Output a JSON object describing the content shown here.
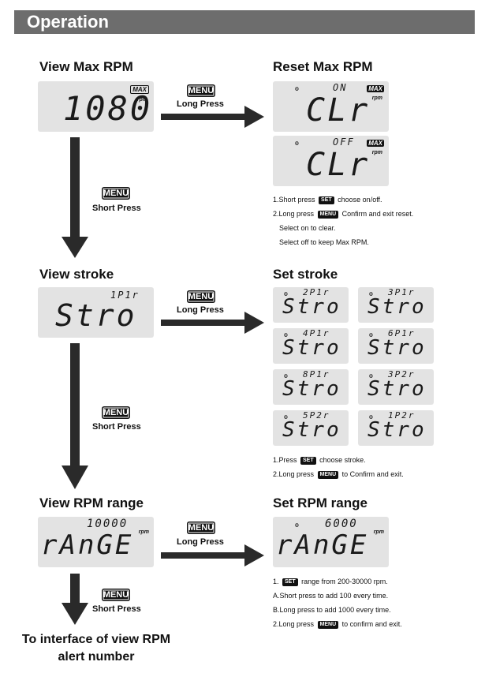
{
  "header": "Operation",
  "menu_key": "MENU",
  "set_key": "SET",
  "long_press": "Long Press",
  "short_press": "Short Press",
  "titles": {
    "view_max": "View Max RPM",
    "reset_max": "Reset Max RPM",
    "view_stroke": "View stroke",
    "set_stroke": "Set stroke",
    "view_range": "View RPM range",
    "set_range": "Set RPM range"
  },
  "lcd": {
    "max_badge": "MAX",
    "rpm_unit": "rpm",
    "view_max_value": "1080",
    "clr": "CLr",
    "on": "ON",
    "off": "OFF",
    "stro": "Stro",
    "view_stroke_small": "1P1r",
    "rAnGE": "rAnGE",
    "view_range_value": "10000",
    "set_range_value": "6000",
    "stroke_options": [
      "2P1r",
      "3P1r",
      "4P1r",
      "6P1r",
      "8P1r",
      "3P2r",
      "5P2r",
      "1P2r"
    ]
  },
  "reset_notes": {
    "l1a": "1.Short press ",
    "l1b": " choose on/off.",
    "l2a": "2.Long press ",
    "l2b": " Confirm and exit reset.",
    "l3": "Select on to clear.",
    "l4": "Select off to keep Max RPM."
  },
  "stroke_notes": {
    "l1a": "1.Press ",
    "l1b": " choose stroke.",
    "l2a": "2.Long press ",
    "l2b": " to Confirm and exit."
  },
  "range_notes": {
    "l1a": "1. ",
    "l1b": " range from 200-30000 rpm.",
    "l2": "A.Short press to add 100 every time.",
    "l3": "B.Long press to add 1000 every time.",
    "l4a": "2.Long press ",
    "l4b": " to confirm and exit."
  },
  "end_text": "To interface of view RPM alert number"
}
